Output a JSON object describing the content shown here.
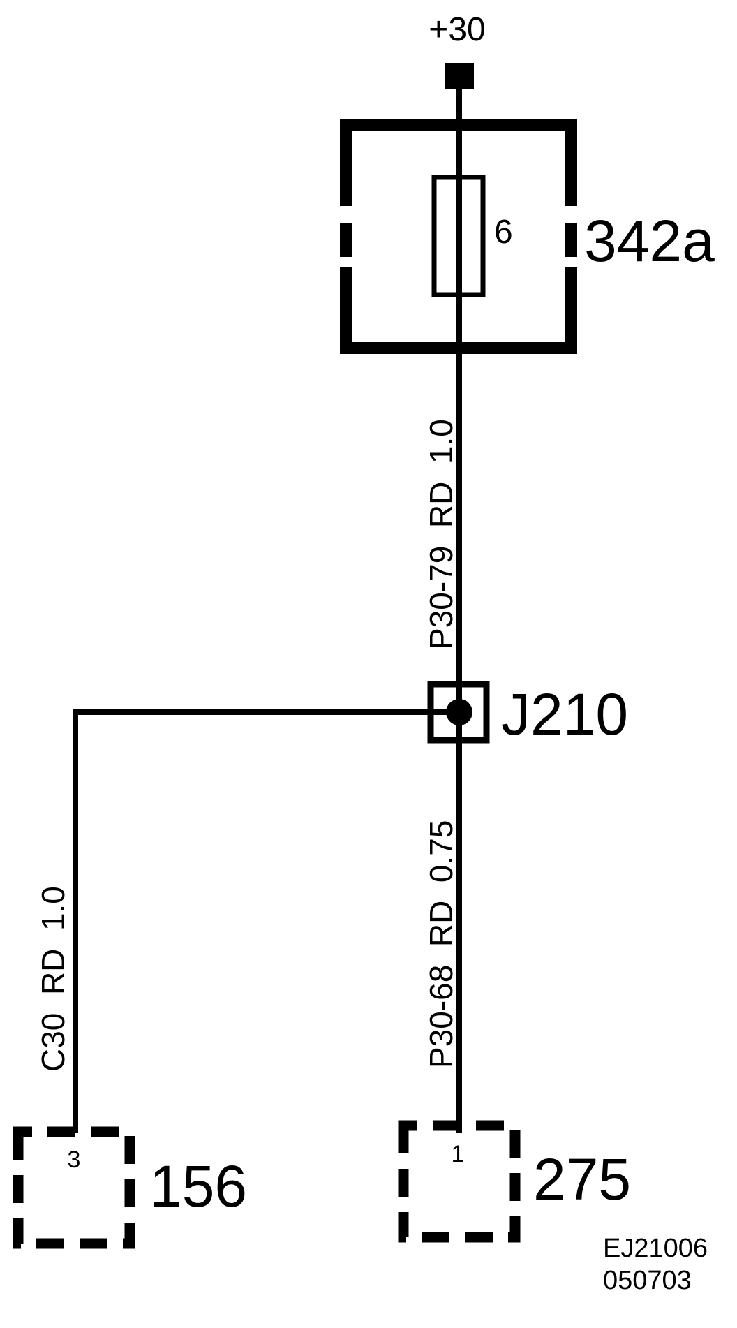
{
  "diagram": {
    "supply": {
      "label": "+30"
    },
    "fuse_box": {
      "label": "342a",
      "fuse_number": "6"
    },
    "wire_upper": {
      "label": "P30-79  RD  1.0"
    },
    "junction": {
      "label": "J210"
    },
    "wire_lower": {
      "label": "P30-68  RD  0.75"
    },
    "wire_left": {
      "label": "C30  RD  1.0"
    },
    "connector_left": {
      "label": "156",
      "pin": "3"
    },
    "connector_right": {
      "label": "275",
      "pin": "1"
    },
    "reference": {
      "code": "EJ21006",
      "date": "050703"
    }
  },
  "colors": {
    "ink": "#000000",
    "background": "#ffffff"
  }
}
